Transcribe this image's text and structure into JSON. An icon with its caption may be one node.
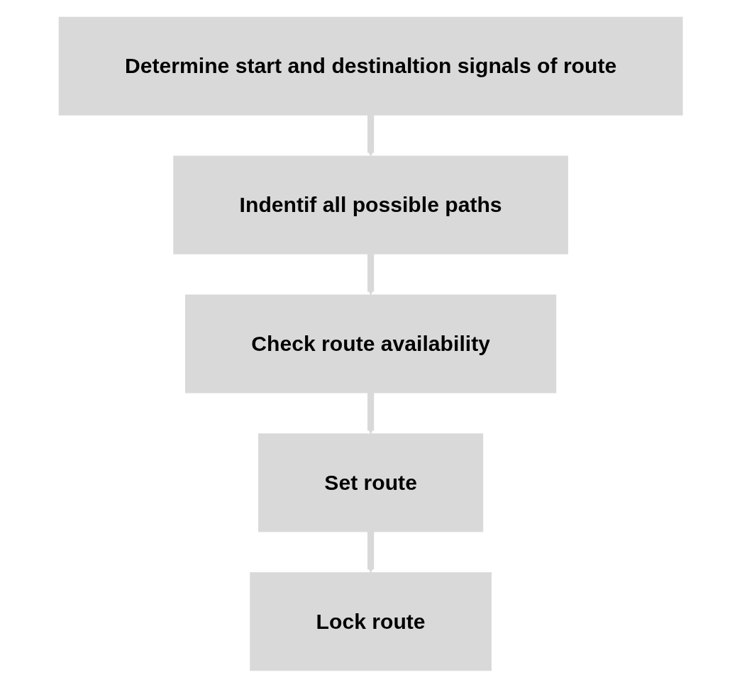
{
  "diagram": {
    "nodes": [
      {
        "text": [
          "Determine start and destinaltion signals of route"
        ]
      },
      {
        "text": [
          "Indentif all possible paths"
        ]
      },
      {
        "text": [
          "Check route availability"
        ]
      },
      {
        "text": [
          "Set route"
        ]
      },
      {
        "text": [
          "Lock route"
        ]
      }
    ],
    "edges": [
      {
        "from": 0,
        "to": 1,
        "arrow": "to"
      },
      {
        "from": 1,
        "to": 2,
        "arrow": "to"
      },
      {
        "from": 2,
        "to": 3,
        "arrow": "to"
      },
      {
        "from": 3,
        "to": 4,
        "arrow": "to"
      }
    ]
  }
}
